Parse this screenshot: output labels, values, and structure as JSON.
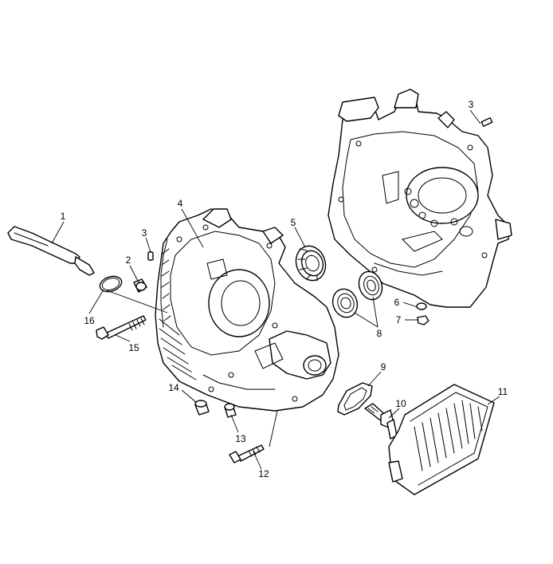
{
  "callouts": {
    "c1": "1",
    "c2": "2",
    "c3a": "3",
    "c3b": "3",
    "c4": "4",
    "c5": "5",
    "c6": "6",
    "c7": "7",
    "c8": "8",
    "c9": "9",
    "c10": "10",
    "c11": "11",
    "c12": "12",
    "c13": "13",
    "c14": "14",
    "c15": "15",
    "c16": "16"
  },
  "colors": {
    "line": "#000000",
    "background": "#ffffff"
  }
}
